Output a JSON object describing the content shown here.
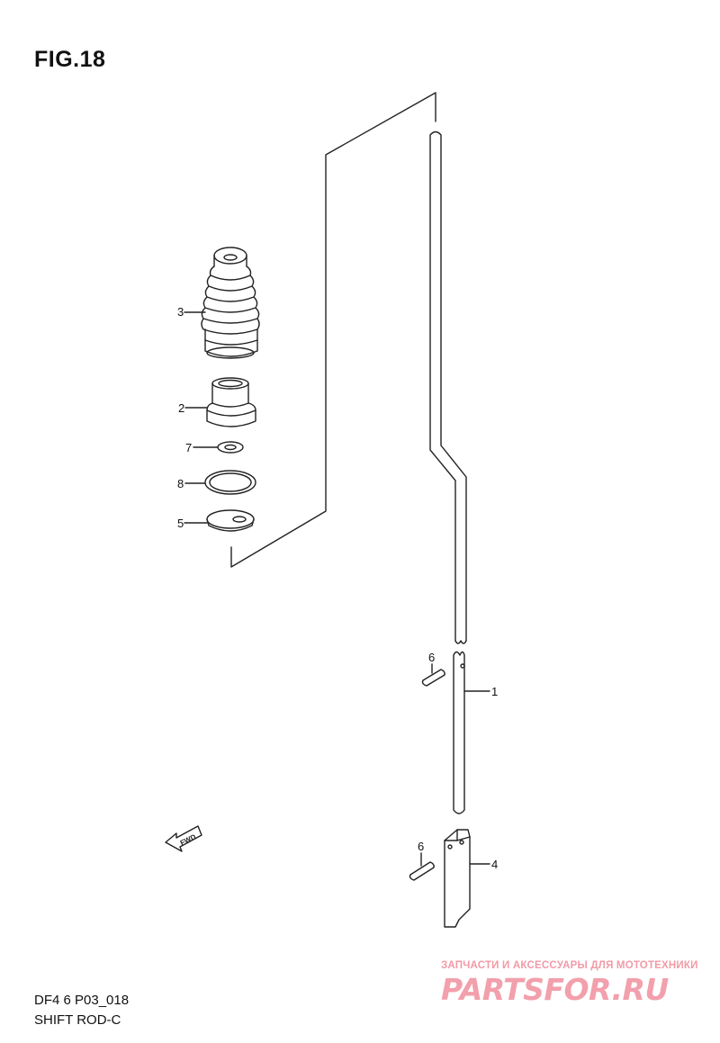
{
  "figure_title": "FIG.18",
  "diagram_code": "DF4 6 P03_018",
  "diagram_name": "SHIFT ROD-C",
  "fwd_arrow_text": "FWD",
  "watermark": {
    "line1": "ЗАПЧАСТИ И АКСЕССУАРЫ ДЛЯ МОТОТЕХНИКИ",
    "brand": "PARTSFOR.RU"
  },
  "callouts": [
    {
      "part": "1",
      "label": "1"
    },
    {
      "part": "2",
      "label": "2"
    },
    {
      "part": "3",
      "label": "3"
    },
    {
      "part": "4",
      "label": "4"
    },
    {
      "part": "5",
      "label": "5"
    },
    {
      "part": "6",
      "label": "6"
    },
    {
      "part": "6b",
      "label": "6"
    },
    {
      "part": "7",
      "label": "7"
    },
    {
      "part": "8",
      "label": "8"
    }
  ],
  "colors": {
    "line": "#222222",
    "watermark": "#f2a0ac"
  }
}
